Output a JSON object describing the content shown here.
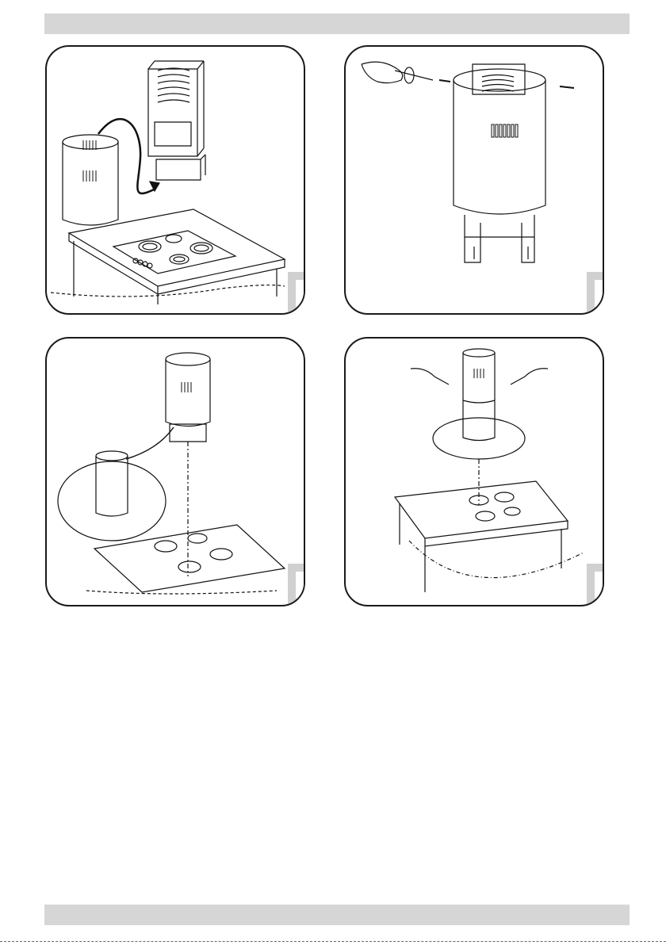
{
  "page": {
    "header_bar_color": "#d6d6d6",
    "footer_bar_color": "#d6d6d6",
    "panel_border_color": "#1a1a1a",
    "step_box_color": "#d0d0d0"
  },
  "figures": [
    {
      "id": "fig-1",
      "description_icon": "hood-removal-illustration"
    },
    {
      "id": "fig-2",
      "description_icon": "screw-fixing-illustration"
    },
    {
      "id": "fig-3",
      "description_icon": "hood-lowering-illustration"
    },
    {
      "id": "fig-4",
      "description_icon": "final-screw-fixing-illustration"
    }
  ]
}
